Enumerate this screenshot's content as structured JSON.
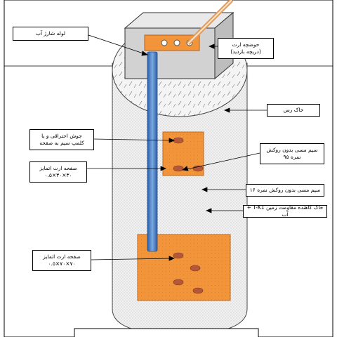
{
  "labels": {
    "water_pipe": "لوله شارژ آب",
    "earth_box": "حوضچه ارت\n(دریچه بازدید)",
    "clay_soil": "خاک رس",
    "weld": "جوش احتراقی و یا\nکلمپ سیم به صفحه",
    "copper_wire_95": "سیم مسی بدون روکش\nنمره ۹۵",
    "plate_small": "صفحه ارت اتمایز\n۳۰×۳۰×۰.۵",
    "copper_wire_16": "سیم مسی بدون روکش نمره ۱۶",
    "resistance_soil": "خاک کاهنده مقاومت زمین T-K1 + آب",
    "plate_large": "صفحه ارت اتمایز\n۷۰×۷۰×۰.۵"
  },
  "colors": {
    "plate": "#f2953a",
    "pipe": "#3d79c4",
    "wire": "#f4b87c",
    "weld": "#b5583a",
    "box": "#d8d8d8",
    "soil": "#eeeeee"
  }
}
